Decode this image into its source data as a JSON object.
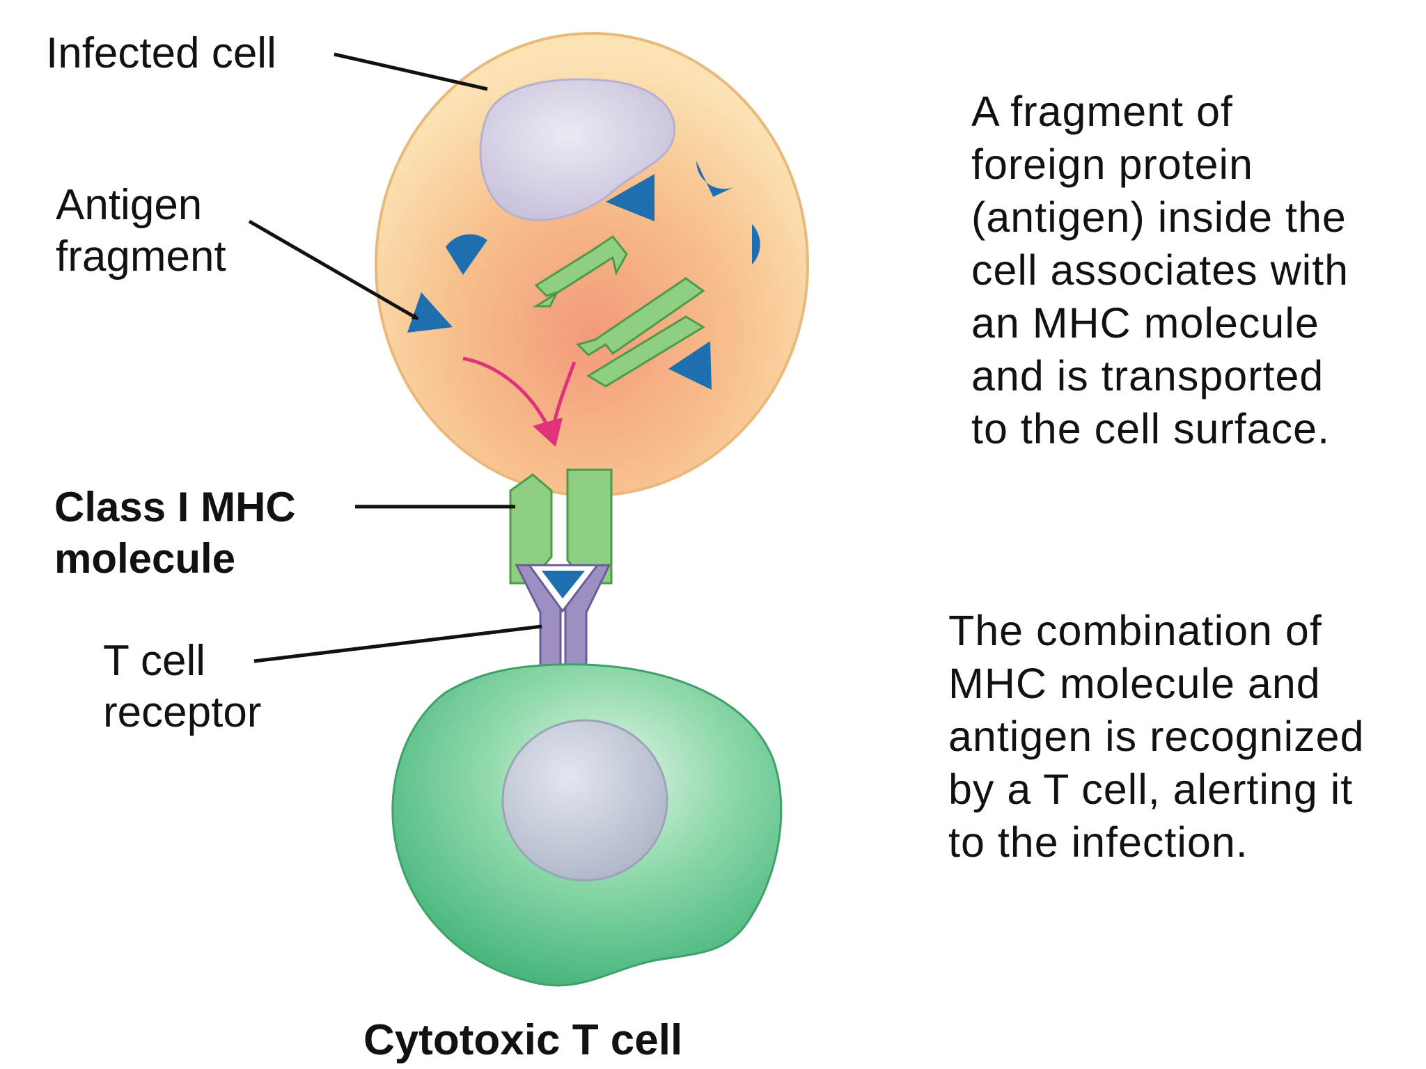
{
  "labels": {
    "infected_cell": "Infected cell",
    "antigen_fragment": [
      "Antigen",
      "fragment"
    ],
    "class1_mhc": [
      "Class I MHC",
      "molecule"
    ],
    "t_cell_receptor": [
      "T cell",
      "receptor"
    ],
    "cytotoxic_t_cell": "Cytotoxic T cell"
  },
  "descriptions": {
    "top": [
      "A fragment of",
      "foreign protein",
      "(antigen) inside the",
      "cell associates with",
      "an MHC molecule",
      "and is transported",
      "to the cell surface."
    ],
    "bottom": [
      "The combination of",
      "MHC molecule and",
      "antigen is recognized",
      "by a T cell, alerting it",
      "to the infection."
    ]
  },
  "colors": {
    "infected_cell_fill": "#f8cf9a",
    "infected_cell_center": "#f2a87e",
    "nucleus_fill": "#d9d4e6",
    "antigen_blue": "#1f6fb0",
    "mhc_green": "#8fcf82",
    "mhc_green_stroke": "#4e9a48",
    "tcr_purple": "#9e8fc2",
    "t_cell_fill": "#5fc18c",
    "t_cell_nucleus": "#c7ccd9",
    "transport_arrow": "#e0327a"
  }
}
